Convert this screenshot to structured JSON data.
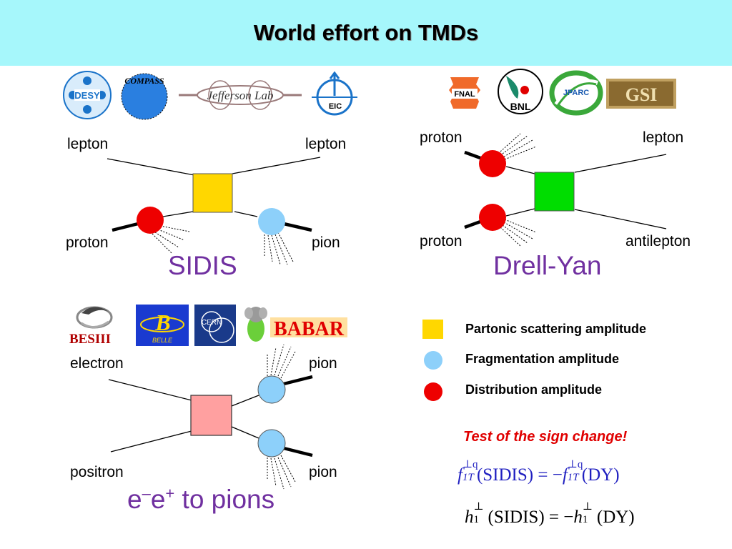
{
  "title": "World effort on TMDs",
  "logos": {
    "desy": "DESY",
    "compass": "COMPASS",
    "jlab": "Jefferson Lab",
    "eic": "EIC",
    "fnal": "FNAL",
    "bnl": "BNL",
    "jparc": "JPARC",
    "gsi": "GSI",
    "besiii": "BESIII",
    "belle": "BELLE",
    "cern": "CERN",
    "babar": "BABAR"
  },
  "sidis": {
    "title": "SIDIS",
    "lepton_in": "lepton",
    "lepton_out": "lepton",
    "proton": "proton",
    "pion": "pion"
  },
  "drell_yan": {
    "title": "Drell-Yan",
    "proton_top": "proton",
    "lepton": "lepton",
    "proton_bottom": "proton",
    "antilepton": "antilepton"
  },
  "ee": {
    "title_pre": "e",
    "sup1": "–",
    "mid": "e",
    "sup2": "+",
    "post": " to pions",
    "electron": "electron",
    "pion_top": "pion",
    "positron": "positron",
    "pion_bottom": "pion"
  },
  "legend": [
    {
      "label": "Partonic scattering amplitude",
      "color": "#ffd700"
    },
    {
      "label": "Fragmentation amplitude",
      "color": "#8dd0fa"
    },
    {
      "label": "Distribution amplitude",
      "color": "#ee0000"
    }
  ],
  "sign_change": "Test of the sign change!",
  "eq1": {
    "f": "f",
    "sub": "1T",
    "sup": "⊥q",
    "sidis": "(SIDIS)",
    "equals": " = −",
    "dy": "(DY)"
  },
  "eq2": {
    "h": "h",
    "sub": "1",
    "sup": "⊥",
    "sidis": "(SIDIS)",
    "equals": " = −",
    "dy": "(DY)"
  },
  "colors": {
    "header": "#a6f7fb",
    "square_sidis": "#ffd700",
    "square_dy": "#00dd00",
    "square_ee": "#ffa0a0",
    "red": "#ee0000",
    "blue": "#8dd0fa",
    "purple": "#7030a0"
  }
}
